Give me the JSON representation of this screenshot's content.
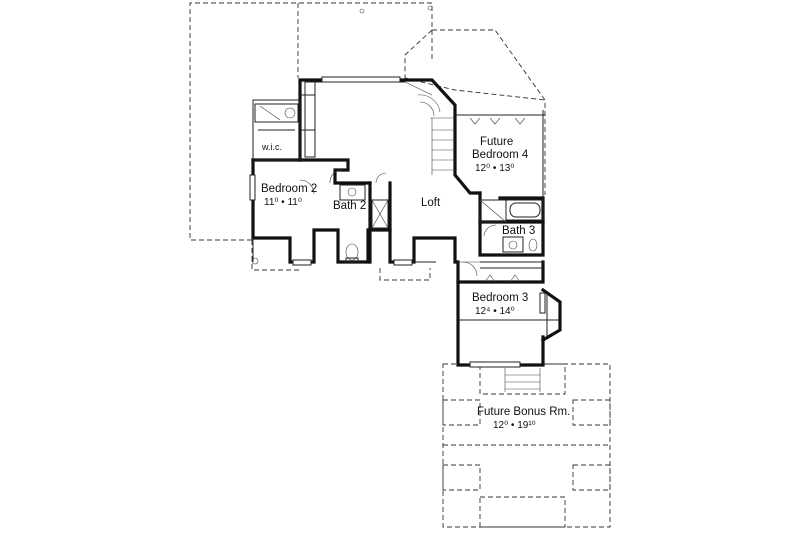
{
  "rooms": {
    "bedroom2": {
      "name": "Bedroom 2",
      "dims": "11⁰ • 11⁰"
    },
    "bath2": {
      "name": "Bath 2"
    },
    "wic": {
      "name": "w.i.c."
    },
    "loft": {
      "name": "Loft"
    },
    "future_bedroom4": {
      "name_line1": "Future",
      "name_line2": "Bedroom 4",
      "dims": "12⁰ • 13⁰"
    },
    "bath3": {
      "name": "Bath 3"
    },
    "bedroom3": {
      "name": "Bedroom 3",
      "dims": "12⁴ • 14⁰"
    },
    "future_bonus": {
      "name": "Future Bonus Rm.",
      "dims": "12⁰ • 19¹⁰"
    }
  }
}
